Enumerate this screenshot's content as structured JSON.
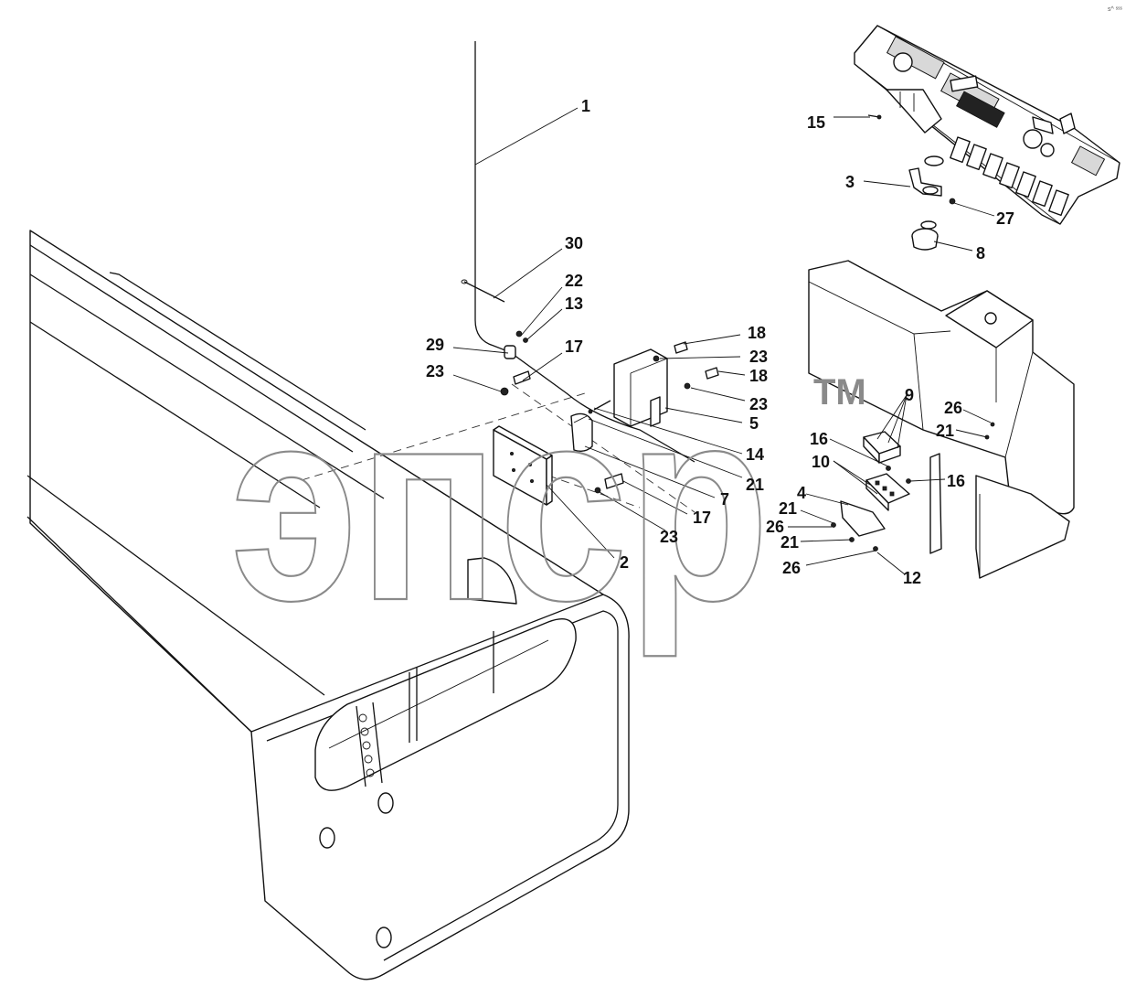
{
  "corner_mark": "s^ ˢˢˢ",
  "watermark": {
    "text": "эпср",
    "trademark": "TM"
  },
  "callouts": [
    {
      "label": "1"
    },
    {
      "label": "30"
    },
    {
      "label": "22"
    },
    {
      "label": "13"
    },
    {
      "label": "29"
    },
    {
      "label": "17"
    },
    {
      "label": "23"
    },
    {
      "label": "18"
    },
    {
      "label": "23"
    },
    {
      "label": "18"
    },
    {
      "label": "23"
    },
    {
      "label": "5"
    },
    {
      "label": "14"
    },
    {
      "label": "21"
    },
    {
      "label": "7"
    },
    {
      "label": "17"
    },
    {
      "label": "23"
    },
    {
      "label": "2"
    },
    {
      "label": "15"
    },
    {
      "label": "3"
    },
    {
      "label": "27"
    },
    {
      "label": "8"
    },
    {
      "label": "9"
    },
    {
      "label": "26"
    },
    {
      "label": "21"
    },
    {
      "label": "16"
    },
    {
      "label": "10"
    },
    {
      "label": "16"
    },
    {
      "label": "4"
    },
    {
      "label": "21"
    },
    {
      "label": "26"
    },
    {
      "label": "21"
    },
    {
      "label": "26"
    },
    {
      "label": "12"
    }
  ]
}
